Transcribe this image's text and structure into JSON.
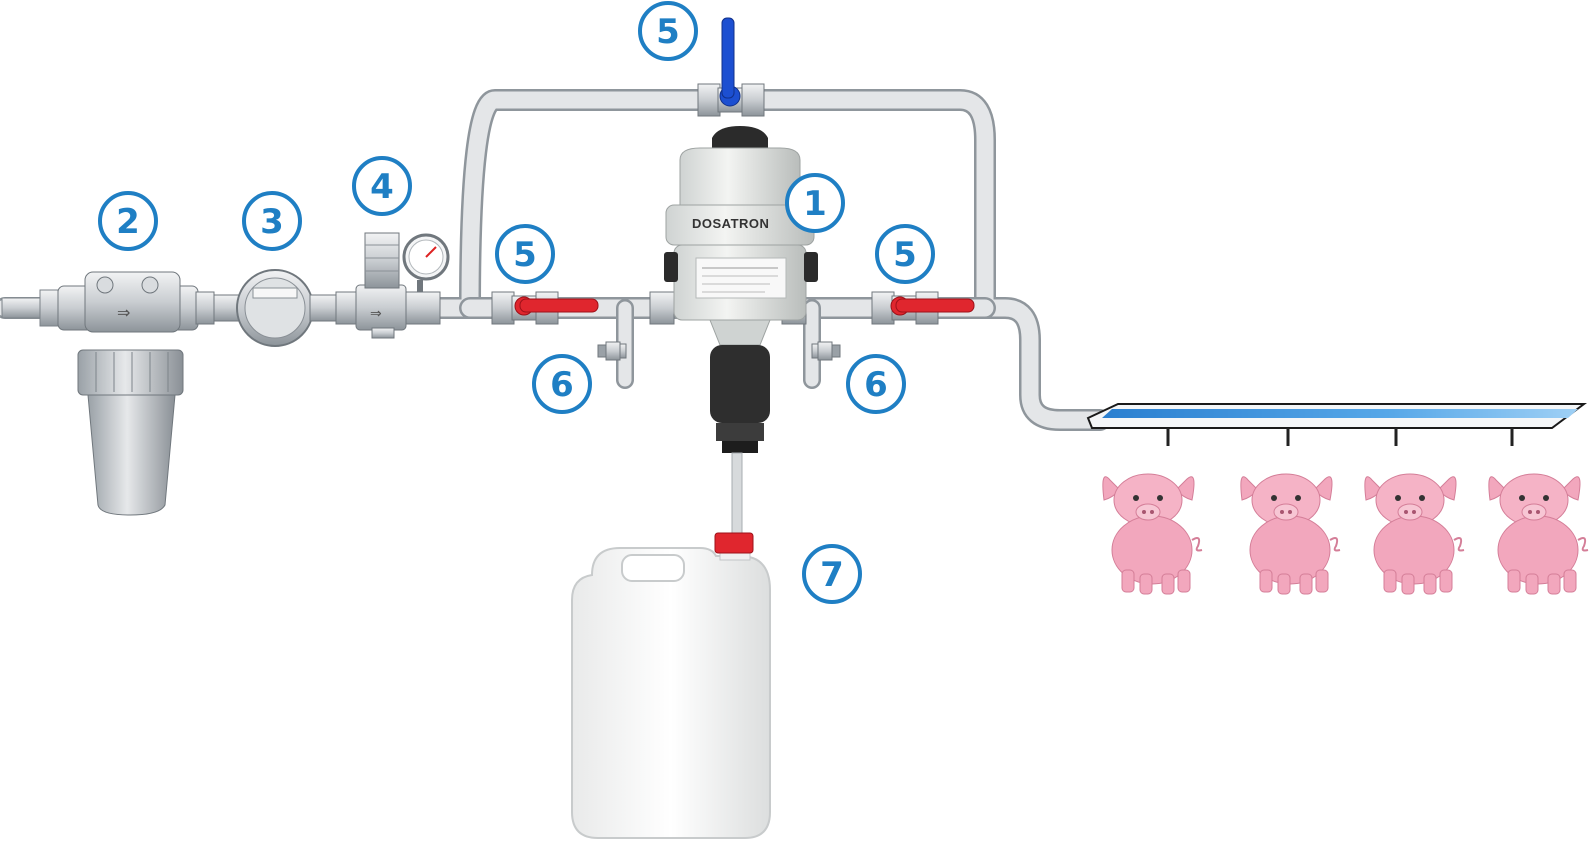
{
  "colors": {
    "callout": "#1f7fc4",
    "pipe": "#e2e4e6",
    "pipe_outline": "#8f969c",
    "valve_red": "#e0262e",
    "valve_blue": "#1c4fd1",
    "pig": "#f2a7bd"
  },
  "callouts": [
    {
      "label": "1"
    },
    {
      "label": "2"
    },
    {
      "label": "3"
    },
    {
      "label": "4"
    },
    {
      "label": "5"
    },
    {
      "label": "5"
    },
    {
      "label": "5"
    },
    {
      "label": "6"
    },
    {
      "label": "6"
    },
    {
      "label": "7"
    }
  ],
  "dosatron": {
    "brand": "DOSATRON"
  },
  "icons": [
    "filter-icon",
    "water-meter-icon",
    "pressure-regulator-icon",
    "gauge-icon",
    "ball-valve-icon",
    "drain-valve-icon",
    "dosing-pump-icon",
    "canister-icon",
    "trough-icon",
    "pig-icon"
  ]
}
